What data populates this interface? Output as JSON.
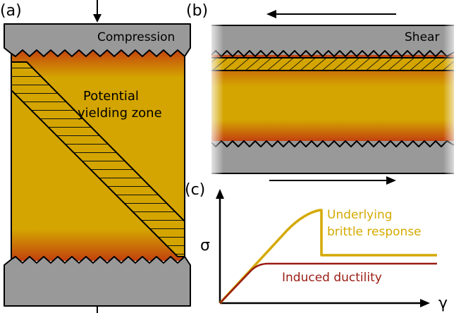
{
  "panels": {
    "a": {
      "tag": "(a)",
      "loading": "Compression",
      "zone_line1": "Potential",
      "zone_line2": "yielding zone"
    },
    "b": {
      "tag": "(b)",
      "loading": "Shear"
    },
    "c": {
      "tag": "(c)",
      "y_symbol": "σ",
      "x_symbol": "γ",
      "brittle_line1": "Underlying",
      "brittle_line2": "brittle response",
      "ductile_label": "Induced ductility"
    }
  },
  "colors": {
    "sample": "#d4a500",
    "grip": "#999999",
    "interface": "#c2410f",
    "brittle_curve": "#d4a900",
    "ductile_curve": "#9b1c14",
    "text": "#000000"
  }
}
